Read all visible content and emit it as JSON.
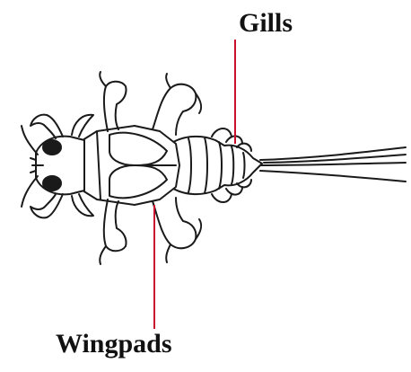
{
  "labels": {
    "gills": "Gills",
    "wingpads": "Wingpads"
  },
  "colors": {
    "leader_line": "#c8102e",
    "outline": "#1a1a1a"
  },
  "subject": {
    "icon": "mayfly-nymph-illustration"
  }
}
